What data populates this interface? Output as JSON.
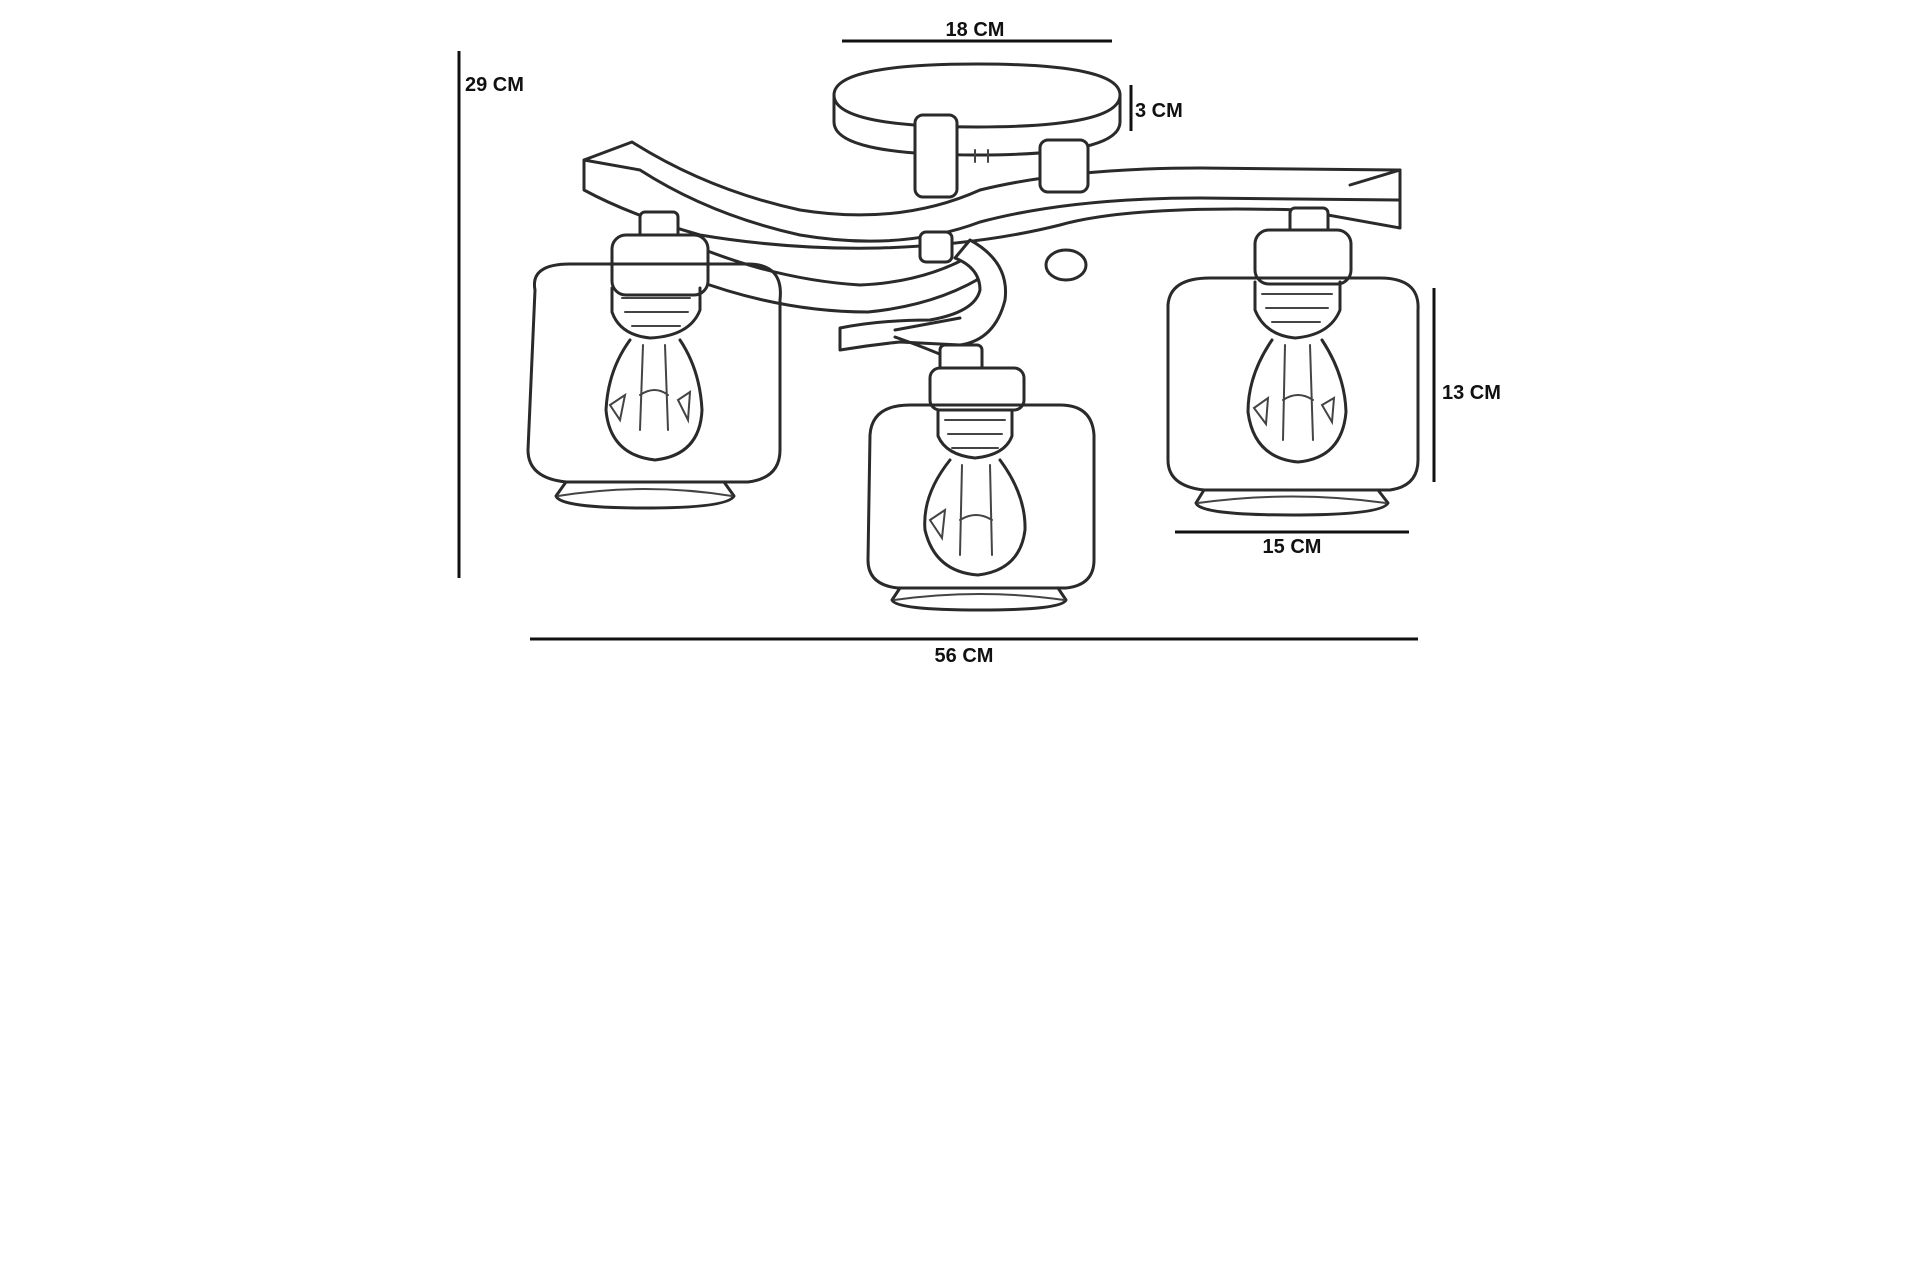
{
  "dimensions": {
    "canopy_width": "18 CM",
    "canopy_height": "3 CM",
    "total_height": "29 CM",
    "shade_height": "13 CM",
    "shade_width": "15 CM",
    "total_width": "56 CM"
  },
  "colors": {
    "line": "#111111",
    "sketch": "#2a2a2a",
    "background": "#ffffff"
  }
}
